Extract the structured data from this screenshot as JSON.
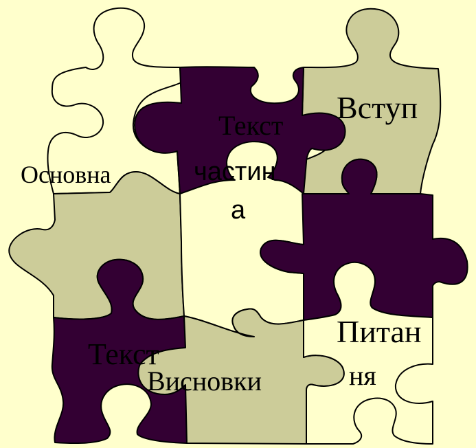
{
  "colors": {
    "background": "#ffffcc",
    "cream": "#ffffcc",
    "khaki": "#cccc99",
    "plum": "#330033",
    "outline": "#000000"
  },
  "pieces": {
    "p1": {
      "fill": "cream"
    },
    "p2": {
      "fill": "plum"
    },
    "p3": {
      "fill": "khaki"
    },
    "p4": {
      "fill": "khaki"
    },
    "p5": {
      "fill": "cream"
    },
    "p6": {
      "fill": "plum"
    },
    "p7": {
      "fill": "plum"
    },
    "p8": {
      "fill": "khaki"
    },
    "p9": {
      "fill": "cream"
    }
  },
  "labels": {
    "intro": "Вступ",
    "main_part_a": "Основна",
    "text_serif": "Текст",
    "part_line1": "частин",
    "part_line2": "а",
    "questions_line1": "Питан",
    "questions_line2": "ня",
    "text_lower": "Текст",
    "conclusions": "Висновки"
  }
}
